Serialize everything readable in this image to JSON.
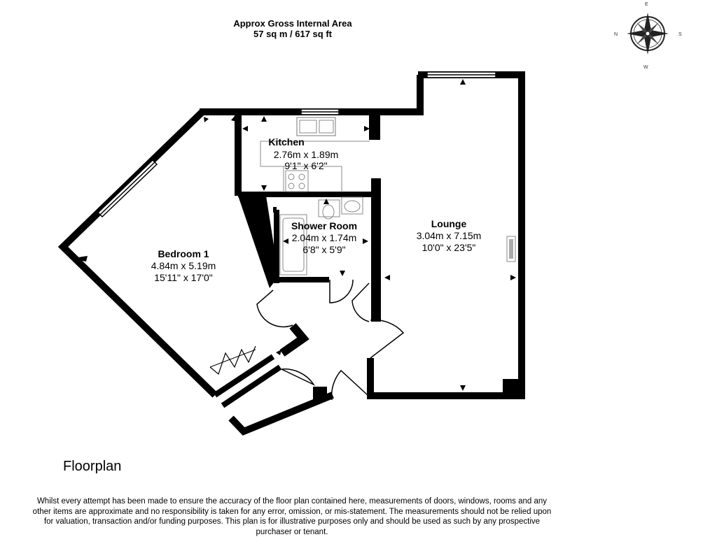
{
  "header": {
    "line1": "Approx Gross Internal Area",
    "line2": "57 sq m / 617 sq ft"
  },
  "compass": {
    "north": "N",
    "east": "E",
    "south": "S",
    "west": "W"
  },
  "rooms": {
    "kitchen": {
      "name": "Kitchen",
      "metric": "2.76m x 1.89m",
      "imperial": "9'1\" x 6'2\""
    },
    "shower_room": {
      "name": "Shower Room",
      "metric": "2.04m x 1.74m",
      "imperial": "6'8\" x 5'9\""
    },
    "lounge": {
      "name": "Lounge",
      "metric": "3.04m x 7.15m",
      "imperial": "10'0\" x 23'5\""
    },
    "bedroom1": {
      "name": "Bedroom 1",
      "metric": "4.84m x 5.19m",
      "imperial": "15'11\" x 17'0\""
    }
  },
  "floor_label": "Floorplan",
  "disclaimer": "Whilst every attempt has been made to ensure the accuracy of the floor plan contained here, measurements of doors, windows, rooms and any other items are approximate and no responsibility is taken for any error, omission, or mis-statement. The measurements should not be relied upon for valuation, transaction and/or funding purposes. This plan is for illustrative purposes only and should be used as such by any prospective purchaser or tenant.",
  "colors": {
    "wall": "#000000",
    "fixture": "#888888",
    "background": "#ffffff"
  }
}
